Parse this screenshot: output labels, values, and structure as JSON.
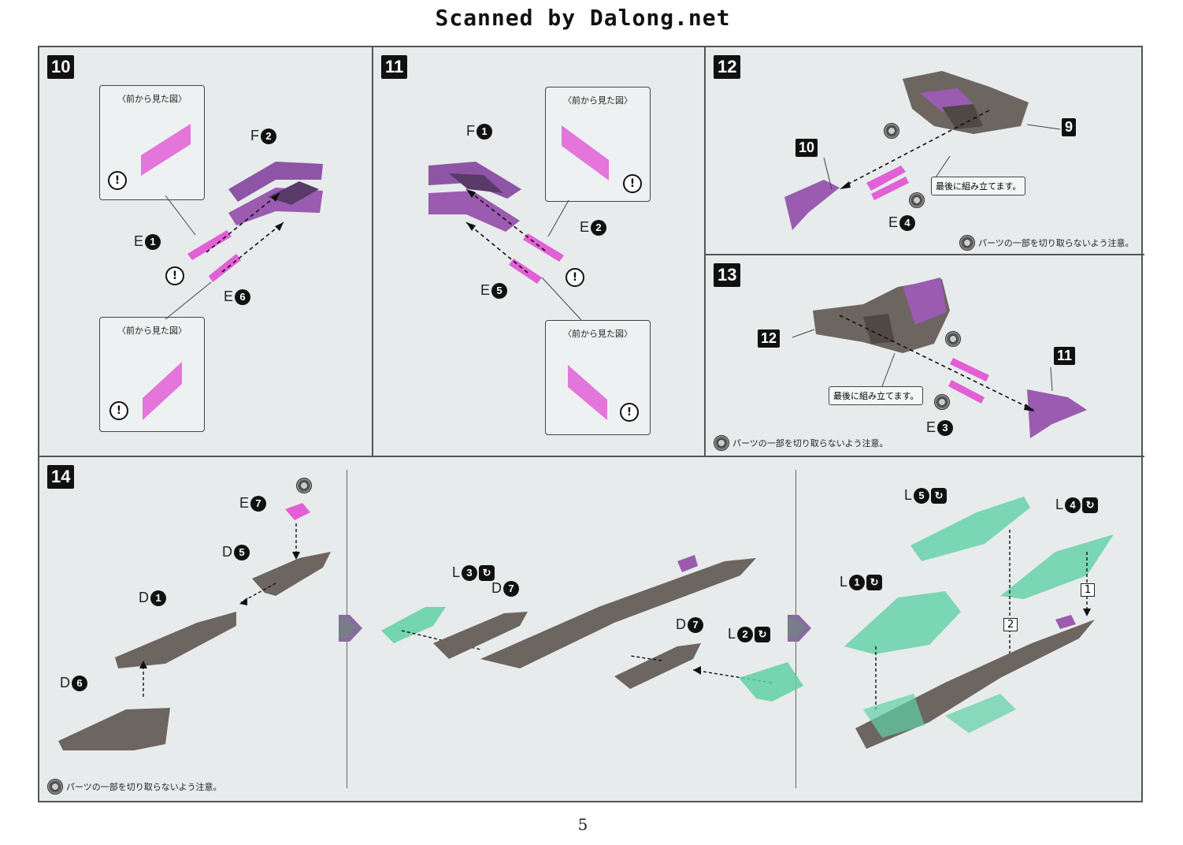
{
  "header": "Scanned by Dalong.net",
  "page_number": "5",
  "front_view_label": "〈前から見た図〉",
  "assemble_last_note": "最後に組み立てます。",
  "cut_caution_note": "パーツの一部を切り取らないよう注意。",
  "steps": {
    "s10": {
      "number": "10",
      "parts": [
        {
          "letter": "F",
          "num": "2"
        },
        {
          "letter": "E",
          "num": "1"
        },
        {
          "letter": "E",
          "num": "6"
        }
      ]
    },
    "s11": {
      "number": "11",
      "parts": [
        {
          "letter": "F",
          "num": "1"
        },
        {
          "letter": "E",
          "num": "2"
        },
        {
          "letter": "E",
          "num": "5"
        }
      ]
    },
    "s12": {
      "number": "12",
      "sub_refs": [
        "10",
        "9"
      ],
      "parts": [
        {
          "letter": "E",
          "num": "4"
        }
      ]
    },
    "s13": {
      "number": "13",
      "sub_refs": [
        "12",
        "11"
      ],
      "parts": [
        {
          "letter": "E",
          "num": "3"
        }
      ]
    },
    "s14": {
      "number": "14",
      "parts_a": [
        {
          "letter": "E",
          "num": "7"
        },
        {
          "letter": "D",
          "num": "5"
        },
        {
          "letter": "D",
          "num": "1"
        },
        {
          "letter": "D",
          "num": "6"
        }
      ],
      "parts_b": [
        {
          "letter": "L",
          "num": "3"
        },
        {
          "letter": "D",
          "num": "7"
        },
        {
          "letter": "D",
          "num": "7"
        },
        {
          "letter": "L",
          "num": "2"
        }
      ],
      "parts_c": [
        {
          "letter": "L",
          "num": "5"
        },
        {
          "letter": "L",
          "num": "4"
        },
        {
          "letter": "L",
          "num": "1"
        }
      ],
      "order_marks": [
        "1",
        "2"
      ]
    }
  },
  "warning_symbol": "!",
  "colors": {
    "purple": "#9a5bb0",
    "pink": "#e25fd6",
    "grey": "#6d6560",
    "green": "#5fd1a6",
    "panel_bg": "#e7ebeb"
  }
}
